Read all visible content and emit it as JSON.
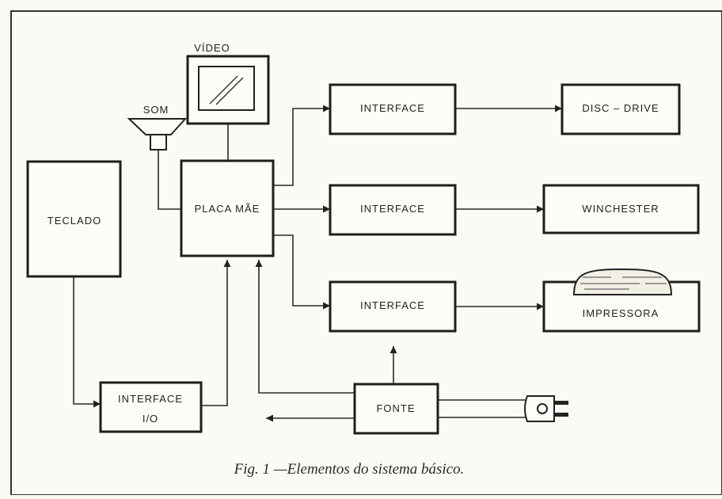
{
  "diagram": {
    "nodes": {
      "video": "VÍDEO",
      "som": "SOM",
      "teclado": "TECLADO",
      "placa_mae": "PLACA MÃE",
      "interface_1": "INTERFACE",
      "interface_2": "INTERFACE",
      "interface_3": "INTERFACE",
      "disc_drive": "DISC – DRIVE",
      "winchester": "WINCHESTER",
      "impressora": "IMPRESSORA",
      "interface_io_line1": "INTERFACE",
      "interface_io_line2": "I/O",
      "fonte": "FONTE"
    },
    "caption": "Fig. 1 —Elementos do sistema básico."
  },
  "colors": {
    "ink": "#1e1e1e",
    "paper": "#fbfaf4"
  }
}
